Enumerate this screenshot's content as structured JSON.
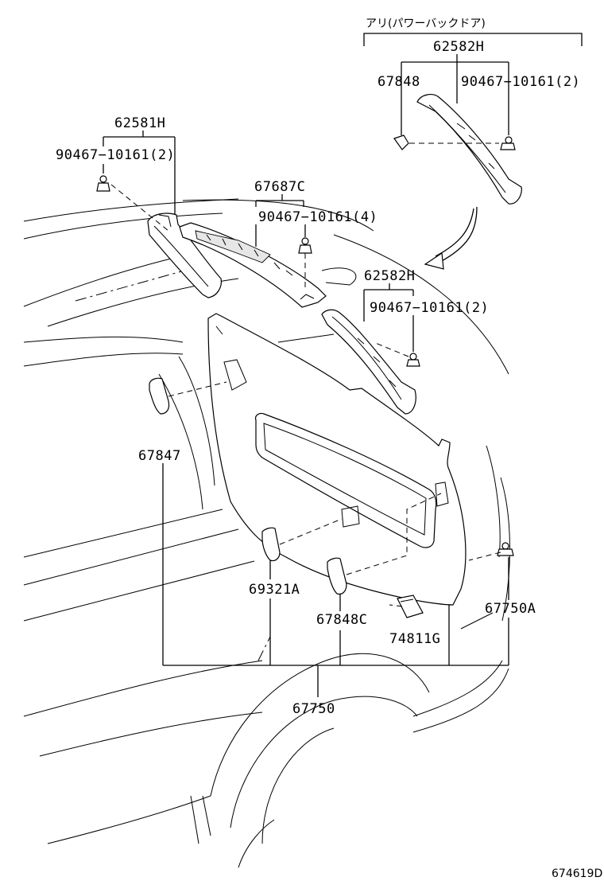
{
  "variant_note": "アリ(パワーバックドア)",
  "labels": {
    "p62582H_top": "62582H",
    "p67848": "67848",
    "p90467_top_right": "90467−10161(2)",
    "p62581H": "62581H",
    "p90467_left": "90467−10161(2)",
    "p67687C": "67687C",
    "p90467_center": "90467−10161(4)",
    "p62582H_mid": "62582H",
    "p90467_mid_right": "90467−10161(2)",
    "p67847": "67847",
    "p69321A": "69321A",
    "p67848C": "67848C",
    "p74811G": "74811G",
    "p67750A": "67750A",
    "p67750": "67750"
  },
  "figure_id": "674619D"
}
